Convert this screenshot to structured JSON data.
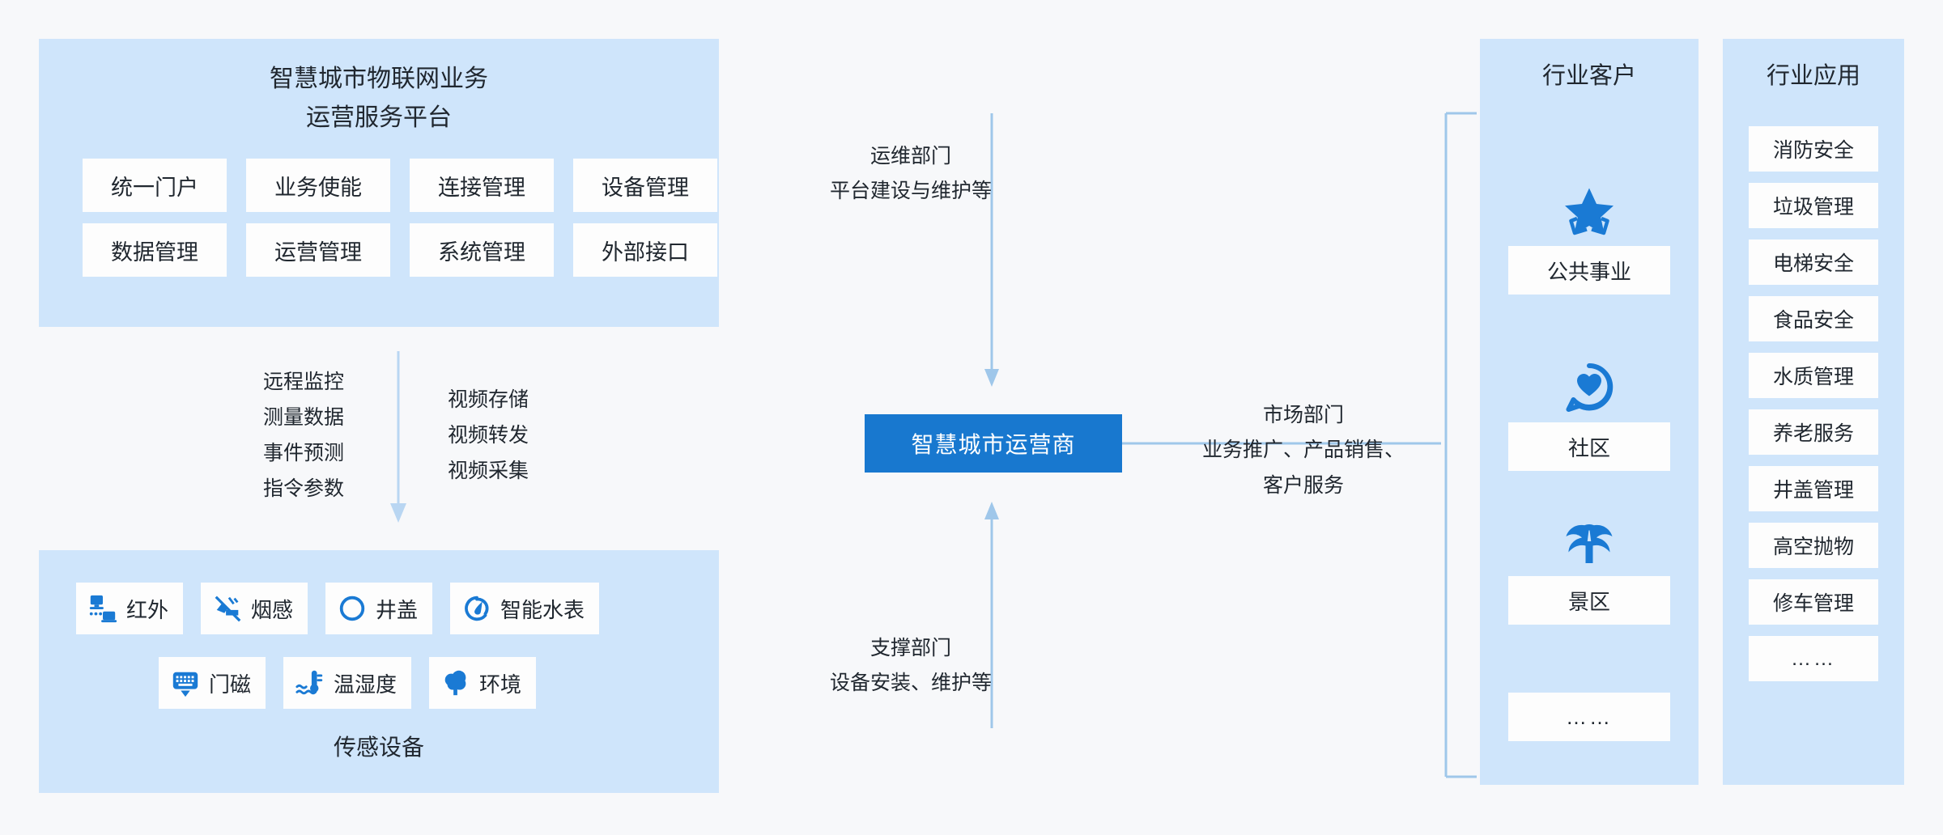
{
  "colors": {
    "panel_bg": "#cfe5fb",
    "chip_bg": "#fdfdfd",
    "accent_blue": "#1878cf",
    "icon_blue": "#1a7ad4",
    "page_bg": "#f7f8fa",
    "text": "#20272f",
    "connector": "#9fc7ea"
  },
  "platform": {
    "title_line1": "智慧城市物联网业务",
    "title_line2": "运营服务平台",
    "modules": [
      "统一门户",
      "业务使能",
      "连接管理",
      "设备管理",
      "数据管理",
      "运营管理",
      "系统管理",
      "外部接口"
    ]
  },
  "flows": {
    "left_column": [
      "远程监控",
      "测量数据",
      "事件预测",
      "指令参数"
    ],
    "right_column": [
      "视频存储",
      "视频转发",
      "视频采集"
    ]
  },
  "sensors": {
    "caption": "传感设备",
    "row1": [
      {
        "label": "红外",
        "icon": "infrared-icon"
      },
      {
        "label": "烟感",
        "icon": "smoke-detector-icon"
      },
      {
        "label": "井盖",
        "icon": "manhole-cover-icon"
      },
      {
        "label": "智能水表",
        "icon": "water-meter-icon"
      }
    ],
    "row2": [
      {
        "label": "门磁",
        "icon": "door-sensor-icon"
      },
      {
        "label": "温湿度",
        "icon": "temperature-humidity-icon"
      },
      {
        "label": "环境",
        "icon": "environment-tree-icon"
      }
    ]
  },
  "operator": {
    "label": "智慧城市运营商"
  },
  "departments": {
    "ops": {
      "title": "运维部门",
      "sub": "平台建设与维护等"
    },
    "market": {
      "title": "市场部门",
      "sub_line1": "业务推广、产品销售、",
      "sub_line2": "客户服务"
    },
    "support": {
      "title": "支撑部门",
      "sub": "设备安装、维护等"
    }
  },
  "customers": {
    "title": "行业客户",
    "items": [
      {
        "label": "公共事业",
        "icon": "star-badge-icon"
      },
      {
        "label": "社区",
        "icon": "heart-chat-icon"
      },
      {
        "label": "景区",
        "icon": "palm-tree-icon"
      },
      {
        "label": "……",
        "icon": "none"
      }
    ]
  },
  "applications": {
    "title": "行业应用",
    "items": [
      "消防安全",
      "垃圾管理",
      "电梯安全",
      "食品安全",
      "水质管理",
      "养老服务",
      "井盖管理",
      "高空抛物",
      "修车管理",
      "……"
    ]
  }
}
